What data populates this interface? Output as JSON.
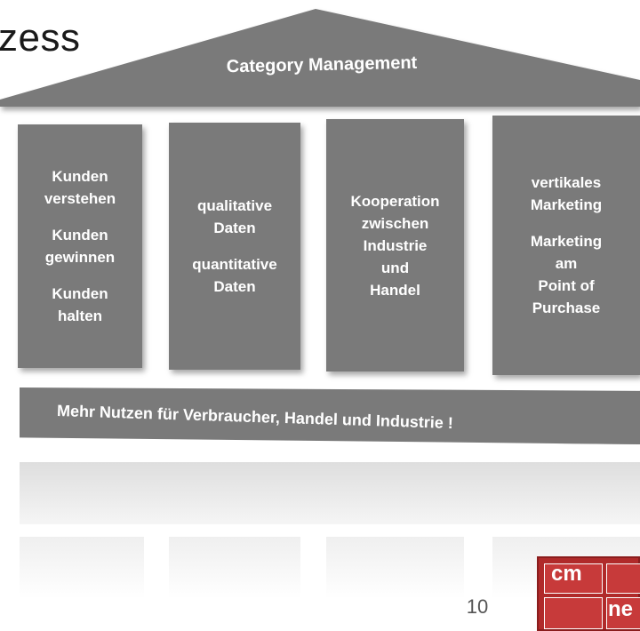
{
  "header": {
    "title_fragment": "zess"
  },
  "roof": {
    "label": "Category Management"
  },
  "pillars": [
    {
      "groups": [
        [
          "Kunden",
          "verstehen"
        ],
        [
          "Kunden",
          "gewinnen"
        ],
        [
          "Kunden",
          "halten"
        ]
      ]
    },
    {
      "groups": [
        [
          "qualitative",
          "Daten"
        ],
        [
          "quantitative",
          "Daten"
        ]
      ]
    },
    {
      "groups": [
        [
          "Kooperation",
          "zwischen",
          "Industrie",
          "und",
          "Handel"
        ]
      ]
    },
    {
      "groups": [
        [
          "vertikales",
          "Marketing"
        ],
        [
          "Marketing",
          "am",
          "Point of",
          "Purchase"
        ]
      ]
    }
  ],
  "base": {
    "label": "Mehr Nutzen für Verbraucher, Handel und Industrie !"
  },
  "footer": {
    "page_number": "10"
  },
  "logo": {
    "line1": "cm",
    "line2": "ne"
  },
  "colors": {
    "pillar": "#7a7a7a",
    "logo": "#b02a2a",
    "text": "#ffffff"
  }
}
